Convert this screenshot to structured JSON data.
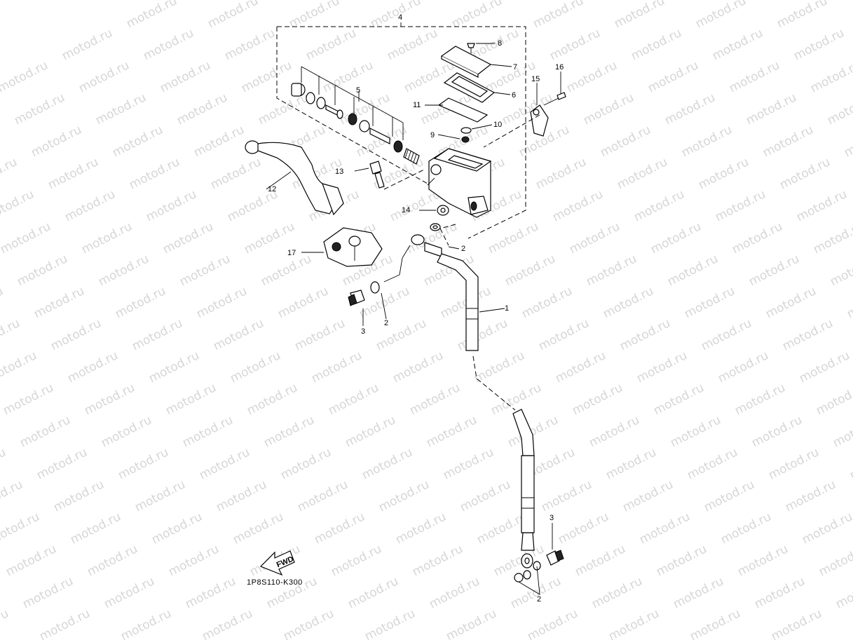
{
  "watermark": {
    "text": "motod.ru"
  },
  "diagram_code": "1P8S110-K300",
  "fwd_label": "FWD",
  "callouts": [
    {
      "id": "c1",
      "text": "1"
    },
    {
      "id": "c2a",
      "text": "2"
    },
    {
      "id": "c2b",
      "text": "2"
    },
    {
      "id": "c2c",
      "text": "2"
    },
    {
      "id": "c3a",
      "text": "3"
    },
    {
      "id": "c3b",
      "text": "3"
    },
    {
      "id": "c4",
      "text": "4"
    },
    {
      "id": "c5",
      "text": "5"
    },
    {
      "id": "c6",
      "text": "6"
    },
    {
      "id": "c7",
      "text": "7"
    },
    {
      "id": "c8",
      "text": "8"
    },
    {
      "id": "c9",
      "text": "9"
    },
    {
      "id": "c10",
      "text": "10"
    },
    {
      "id": "c11",
      "text": "11"
    },
    {
      "id": "c12",
      "text": "12"
    },
    {
      "id": "c13",
      "text": "13"
    },
    {
      "id": "c14",
      "text": "14"
    },
    {
      "id": "c15",
      "text": "15"
    },
    {
      "id": "c16",
      "text": "16"
    },
    {
      "id": "c17",
      "text": "17"
    }
  ]
}
